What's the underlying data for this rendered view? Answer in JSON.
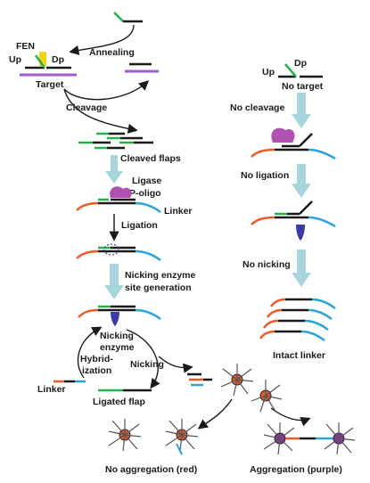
{
  "colors": {
    "black": "#1a1a1a",
    "purple_target": "#a05cc8",
    "green": "#27b04b",
    "red": "#f05a28",
    "blue": "#2aa3d8",
    "yellow": "#f2d21b",
    "arrow_light": "#a8d5dc",
    "ligase": "#b050b0",
    "nicking_enzyme": "#3a3aa8",
    "np_core": "#e05a2a",
    "np_core_purple": "#9030a0"
  },
  "labels": {
    "fen": "FEN",
    "up": "Up",
    "dp": "Dp",
    "annealing": "Annealing",
    "target": "Target",
    "cleavage": "Cleavage",
    "cleaved_flaps": "Cleaved flaps",
    "ligase": "Ligase",
    "p_oligo": "P-oligo",
    "linker": "Linker",
    "ligation": "Ligation",
    "nicking_site_1": "Nicking enzyme",
    "nicking_site_2": "site generation",
    "nicking_enzyme_1": "Nicking",
    "nicking_enzyme_2": "enzyme",
    "hybridization_1": "Hybrid-",
    "hybridization_2": "ization",
    "nicking": "Nicking",
    "linker_left": "Linker",
    "ligated_flap": "Ligated flap",
    "up_right": "Up",
    "dp_right": "Dp",
    "no_target": "No target",
    "no_cleavage": "No cleavage",
    "no_ligation": "No ligation",
    "no_nicking": "No nicking",
    "intact_linker": "Intact linker",
    "no_aggregation": "No aggregation (red)",
    "aggregation": "Aggregation (purple)"
  }
}
